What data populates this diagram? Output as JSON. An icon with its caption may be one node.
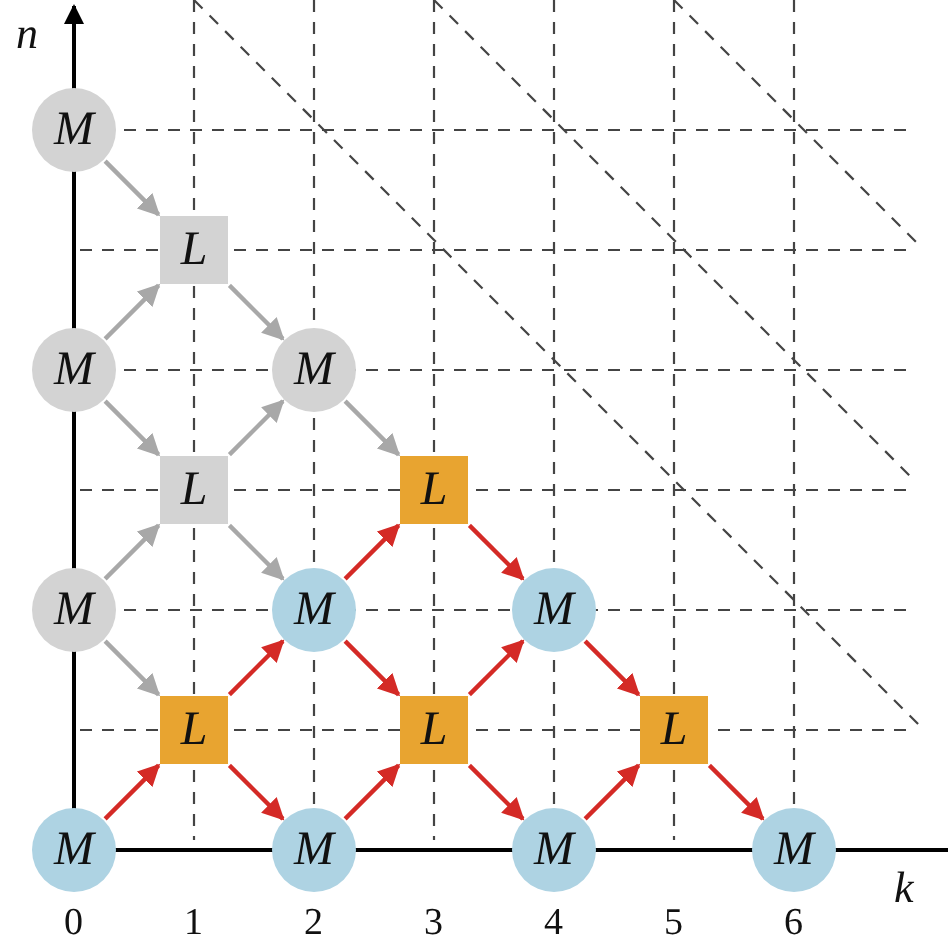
{
  "diagram": {
    "nodes": [
      {
        "text": [
          "M"
        ]
      },
      {
        "text": [
          "L"
        ]
      },
      {
        "text": [
          "M"
        ]
      },
      {
        "text": [
          "M"
        ]
      },
      {
        "text": [
          "L"
        ]
      },
      {
        "text": [
          "L"
        ]
      },
      {
        "text": [
          "M"
        ]
      },
      {
        "text": [
          "M"
        ]
      },
      {
        "text": [
          "M"
        ]
      },
      {
        "text": [
          "L"
        ]
      },
      {
        "text": [
          "L"
        ]
      },
      {
        "text": [
          "L"
        ]
      },
      {
        "text": [
          "M"
        ]
      },
      {
        "text": [
          "M"
        ]
      },
      {
        "text": [
          "M"
        ]
      },
      {
        "text": [
          "M"
        ]
      }
    ],
    "edges": [
      {
        "from": 0,
        "to": 1,
        "arrow": "to",
        "color": "#a8a8a8"
      },
      {
        "from": 2,
        "to": 1,
        "arrow": "to",
        "color": "#a8a8a8"
      },
      {
        "from": 1,
        "to": 3,
        "arrow": "to",
        "color": "#a8a8a8"
      },
      {
        "from": 2,
        "to": 4,
        "arrow": "to",
        "color": "#a8a8a8"
      },
      {
        "from": 4,
        "to": 3,
        "arrow": "to",
        "color": "#a8a8a8"
      },
      {
        "from": 3,
        "to": 5,
        "arrow": "to",
        "color": "#a8a8a8"
      },
      {
        "from": 6,
        "to": 4,
        "arrow": "to",
        "color": "#a8a8a8"
      },
      {
        "from": 4,
        "to": 7,
        "arrow": "to",
        "color": "#a8a8a8"
      },
      {
        "from": 6,
        "to": 9,
        "arrow": "to",
        "color": "#a8a8a8"
      },
      {
        "from": 12,
        "to": 9,
        "arrow": "to"
      },
      {
        "from": 9,
        "to": 7,
        "arrow": "to"
      },
      {
        "from": 9,
        "to": 13,
        "arrow": "to"
      },
      {
        "from": 7,
        "to": 5,
        "arrow": "to"
      },
      {
        "from": 7,
        "to": 10,
        "arrow": "to"
      },
      {
        "from": 13,
        "to": 10,
        "arrow": "to"
      },
      {
        "from": 5,
        "to": 8,
        "arrow": "to"
      },
      {
        "from": 10,
        "to": 8,
        "arrow": "to"
      },
      {
        "from": 10,
        "to": 14,
        "arrow": "to"
      },
      {
        "from": 8,
        "to": 11,
        "arrow": "to"
      },
      {
        "from": 14,
        "to": 11,
        "arrow": "to"
      },
      {
        "from": 11,
        "to": 15,
        "arrow": "to"
      }
    ],
    "labels": [
      "n",
      "k",
      "0",
      "1",
      "2",
      "3",
      "4",
      "5",
      "6"
    ]
  }
}
